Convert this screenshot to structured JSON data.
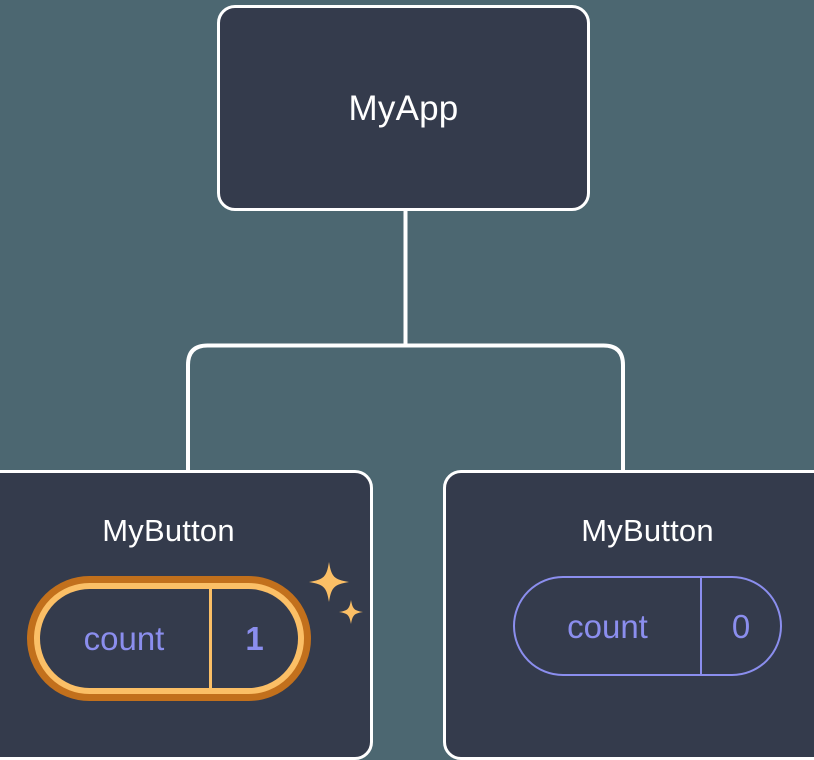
{
  "diagram": {
    "title_hidden": "",
    "background_color": "#4c6771",
    "node_fill": "#343b4c",
    "node_border": "#ffffff",
    "edge_color": "#ffffff",
    "highlight_outer": "#c2701c",
    "highlight_inner": "#fbbf66",
    "state_text_color": "#8b8eee",
    "sparkle_color": "#fbbf66"
  },
  "nodes": {
    "root": {
      "label": "MyApp"
    },
    "child_left": {
      "label": "MyButton",
      "state": {
        "key": "count",
        "value": "1",
        "highlighted": "true"
      },
      "sparkle_icon_a": "sparkle-icon",
      "sparkle_icon_b": "sparkle-icon"
    },
    "child_right": {
      "label": "MyButton",
      "state": {
        "key": "count",
        "value": "0",
        "highlighted": "false"
      }
    }
  },
  "edges": {
    "root_to_bus": "vertical-connector",
    "bus": "horizontal-connector",
    "bus_to_left": "vertical-connector",
    "bus_to_right": "vertical-connector"
  }
}
